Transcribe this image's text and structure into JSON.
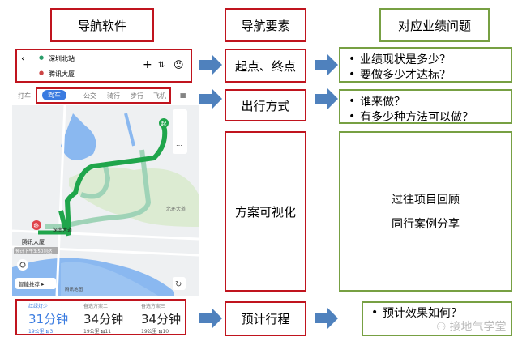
{
  "headers": {
    "software": "导航软件",
    "elements": "导航要素",
    "questions": "对应业绩问题"
  },
  "app": {
    "route": {
      "start": "深圳北站",
      "end": "腾讯大厦",
      "back_icon": "chevron-left-icon",
      "add_icon": "plus-icon",
      "swap_icon": "swap-icon",
      "assistant_icon": "robot-icon"
    },
    "tabs": [
      {
        "label": "打车"
      },
      {
        "label": "驾车",
        "active": true
      },
      {
        "label": "公交"
      },
      {
        "label": "骑行"
      },
      {
        "label": "步行"
      },
      {
        "label": "飞机"
      }
    ],
    "map": {
      "start_marker": "起",
      "end_marker": "终",
      "end_label": "腾讯大厦",
      "road_labels": [
        "北环大道",
        "深南大道"
      ],
      "eta": "预计下午3:50到达",
      "smart_recommend": "智能推荐 ▸",
      "legend": "腾讯地图",
      "colors": {
        "route": "#1fa54b",
        "alt_route": "#9fd3b7",
        "water": "#8ab8f0",
        "park": "#dcebd2"
      }
    },
    "plans": [
      {
        "tag": "红绿灯少",
        "time": "31分钟",
        "detail": "19公里 ⛾3",
        "selected": true
      },
      {
        "tag": "备选方案二",
        "time": "34分钟",
        "detail": "19公里 ⛾11"
      },
      {
        "tag": "备选方案三",
        "time": "34分钟",
        "detail": "19公里 ⛾10"
      }
    ]
  },
  "elements": [
    "起点、终点",
    "出行方式",
    "方案可视化",
    "预计行程"
  ],
  "questions": [
    [
      "业绩现状是多少？",
      "要做多少才达标？"
    ],
    [
      "谁来做？",
      "有多少种方法可以做？"
    ],
    [
      "过往项目回顾",
      "同行案例分享"
    ],
    [
      "预计效果如何？"
    ]
  ],
  "watermark": "接地气学堂",
  "colors": {
    "red_border": "#c0141e",
    "green_border": "#77a043",
    "arrow": "#4f81bd",
    "app_accent": "#3a7be0"
  }
}
